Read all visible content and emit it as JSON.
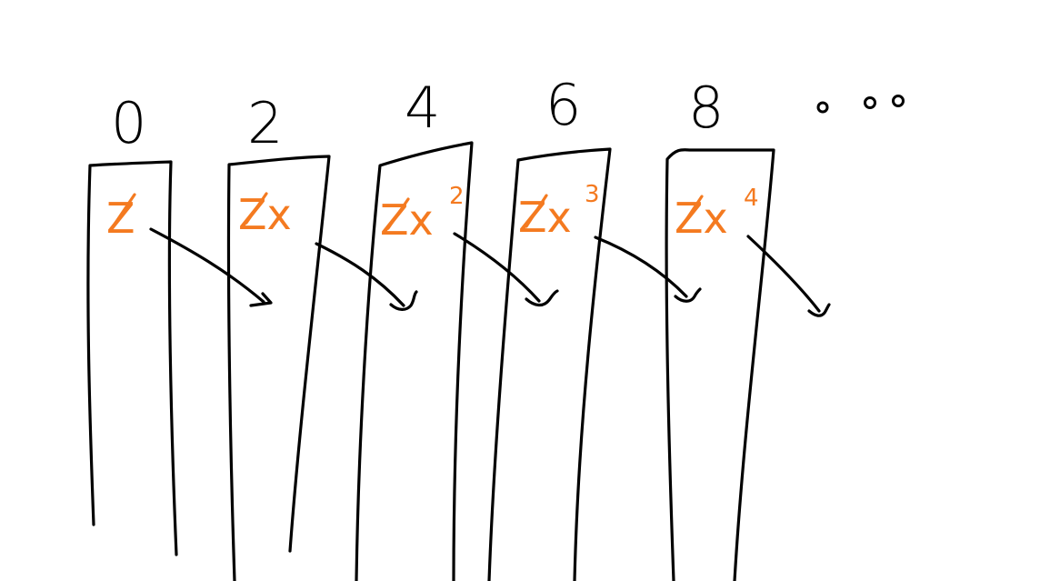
{
  "graded_pieces": [
    {
      "degree": "0",
      "term": "Z",
      "power": ""
    },
    {
      "degree": "2",
      "term": "Zx",
      "power": ""
    },
    {
      "degree": "4",
      "term": "Zx",
      "power": "2"
    },
    {
      "degree": "6",
      "term": "Zx",
      "power": "3"
    },
    {
      "degree": "8",
      "term": "Zx",
      "power": "4"
    }
  ],
  "continuation": "...",
  "colors": {
    "ink": "#000000",
    "term_ink": "#f47a20",
    "background": "#ffffff"
  }
}
